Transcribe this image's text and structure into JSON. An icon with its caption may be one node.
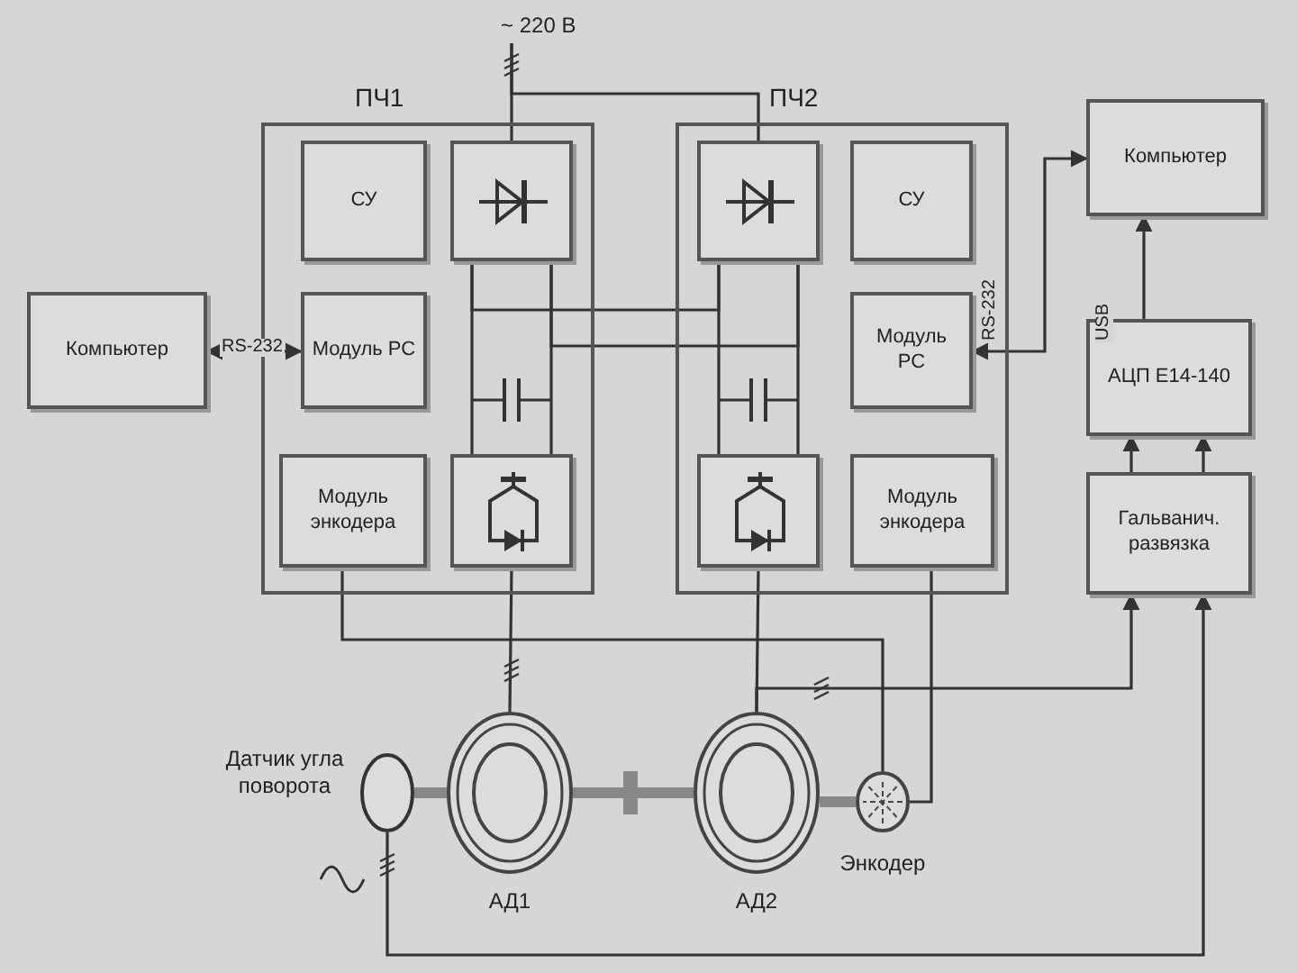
{
  "diagram": {
    "nodes": [
      {
        "text": [
          "ПЧ1"
        ]
      },
      {
        "text": [
          "СУ"
        ],
        "in": 0
      },
      {
        "text": [],
        "shape": "box",
        "in": 0
      },
      {
        "text": [
          "Модуль РС"
        ],
        "in": 0
      },
      {
        "text": [
          "Модуль энкодера"
        ],
        "in": 0
      },
      {
        "text": [],
        "shape": "box",
        "in": 0
      },
      {
        "text": [
          "ПЧ2"
        ]
      },
      {
        "text": [],
        "shape": "box",
        "in": 6
      },
      {
        "text": [
          "СУ"
        ],
        "in": 6
      },
      {
        "text": [
          "Модуль РС"
        ],
        "in": 6
      },
      {
        "text": [],
        "shape": "box",
        "in": 6
      },
      {
        "text": [
          "Модуль энкодера"
        ],
        "in": 6
      },
      {
        "text": [
          "Компьютер"
        ]
      },
      {
        "text": [
          "Компьютер"
        ]
      },
      {
        "text": [
          "АЦП Е14-140"
        ]
      },
      {
        "text": [
          "Гальванич. развязка"
        ]
      },
      {
        "text": [],
        "shape": "circle",
        "beside": [
          "Датчик угла поворота"
        ]
      },
      {
        "text": [],
        "shape": "circle",
        "beside": [
          "АД1"
        ]
      },
      {
        "text": [],
        "shape": "circle",
        "beside": [
          "АД2"
        ]
      },
      {
        "text": [],
        "shape": "circle",
        "beside": [
          "Энкодер"
        ]
      },
      {
        "text": [
          "~ 220 В"
        ]
      }
    ],
    "edges": [
      {
        "from": 20,
        "to": 2,
        "arrow": "none"
      },
      {
        "from": 20,
        "to": 7,
        "arrow": "none"
      },
      {
        "from": 12,
        "to": 3,
        "arrow": "both",
        "label": "RS-232"
      },
      {
        "from": 13,
        "to": 9,
        "arrow": "both",
        "label": "RS-232"
      },
      {
        "from": 14,
        "to": 13,
        "arrow": "to",
        "label": "USB"
      },
      {
        "from": 15,
        "to": 14,
        "arrow": "to"
      },
      {
        "from": 15,
        "to": 14,
        "arrow": "to"
      },
      {
        "from": 2,
        "to": 5,
        "arrow": "none"
      },
      {
        "from": 2,
        "to": 5,
        "arrow": "none"
      },
      {
        "from": 7,
        "to": 10,
        "arrow": "none"
      },
      {
        "from": 7,
        "to": 10,
        "arrow": "none"
      },
      {
        "from": 2,
        "to": 7,
        "arrow": "none"
      },
      {
        "from": 2,
        "to": 7,
        "arrow": "none"
      },
      {
        "from": 5,
        "to": 17,
        "arrow": "none"
      },
      {
        "from": 10,
        "to": 18,
        "arrow": "none"
      },
      {
        "from": 18,
        "to": 15,
        "arrow": "to"
      },
      {
        "from": 4,
        "to": 19,
        "arrow": "none"
      },
      {
        "from": 11,
        "to": 19,
        "arrow": "none"
      },
      {
        "from": 16,
        "to": 15,
        "arrow": "to"
      },
      {
        "from": 16,
        "to": 17,
        "arrow": "none",
        "style": "thick"
      },
      {
        "from": 17,
        "to": 18,
        "arrow": "none",
        "style": "thick"
      },
      {
        "from": 18,
        "to": 19,
        "arrow": "none",
        "style": "thick"
      }
    ]
  }
}
